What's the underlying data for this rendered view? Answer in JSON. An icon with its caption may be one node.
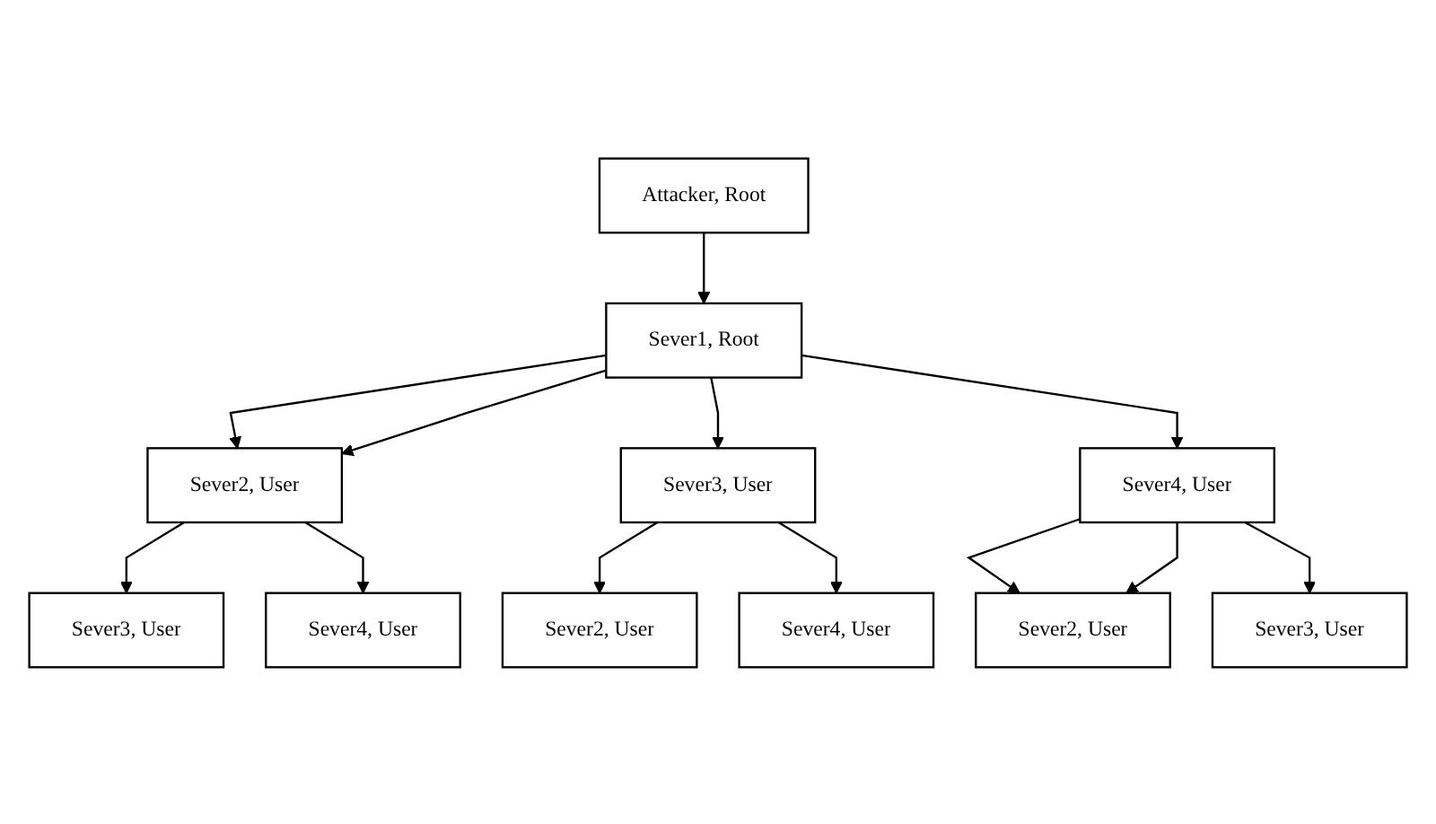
{
  "diagram": {
    "nodes": [
      {
        "text": [
          "Attacker, Root"
        ]
      },
      {
        "text": [
          "Sever1, Root"
        ]
      },
      {
        "text": [
          "Sever2, User"
        ]
      },
      {
        "text": [
          "Sever3, User"
        ]
      },
      {
        "text": [
          "Sever4, User"
        ]
      },
      {
        "text": [
          "Sever3, User"
        ]
      },
      {
        "text": [
          "Sever4, User"
        ]
      },
      {
        "text": [
          "Sever2, User"
        ]
      },
      {
        "text": [
          "Sever4, User"
        ]
      },
      {
        "text": [
          "Sever2, User"
        ]
      },
      {
        "text": [
          "Sever3, User"
        ]
      }
    ],
    "edges": [
      {
        "from": 0,
        "to": 1,
        "arrow": "to"
      },
      {
        "from": 1,
        "to": 2,
        "arrow": "to"
      },
      {
        "from": 1,
        "to": 2,
        "arrow": "to"
      },
      {
        "from": 1,
        "to": 3,
        "arrow": "to"
      },
      {
        "from": 1,
        "to": 4,
        "arrow": "to"
      },
      {
        "from": 2,
        "to": 5,
        "arrow": "to"
      },
      {
        "from": 2,
        "to": 6,
        "arrow": "to"
      },
      {
        "from": 3,
        "to": 7,
        "arrow": "to"
      },
      {
        "from": 3,
        "to": 8,
        "arrow": "to"
      },
      {
        "from": 4,
        "to": 9,
        "arrow": "to"
      },
      {
        "from": 4,
        "to": 9,
        "arrow": "to"
      },
      {
        "from": 4,
        "to": 10,
        "arrow": "to"
      }
    ]
  }
}
